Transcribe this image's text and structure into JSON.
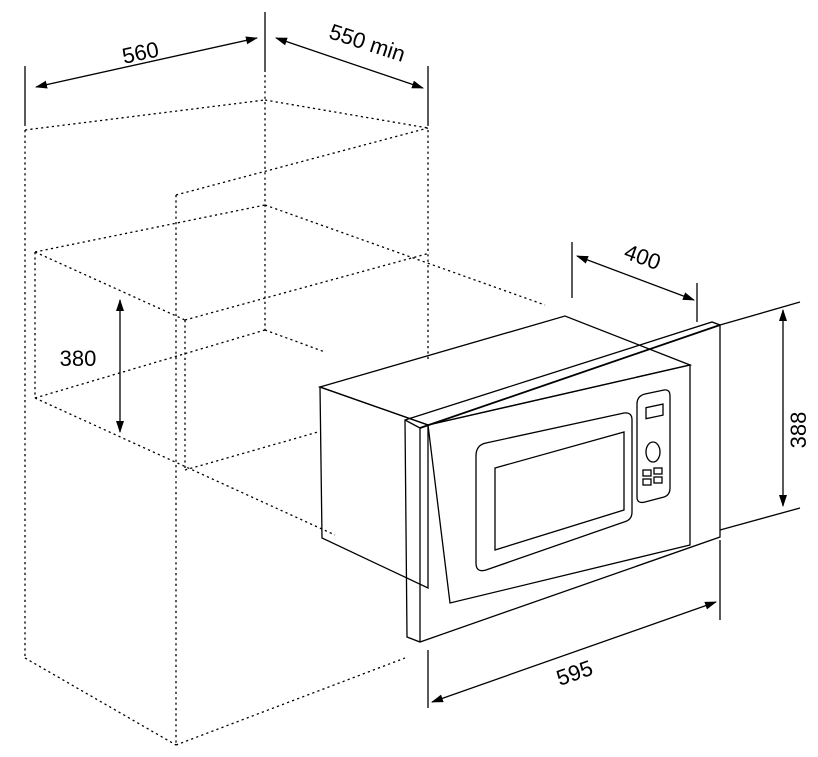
{
  "dimensions": {
    "cabinet_width": "560",
    "cabinet_depth": "550 min",
    "niche_height": "380",
    "oven_depth": "400",
    "frame_height": "388",
    "frame_width": "595"
  }
}
